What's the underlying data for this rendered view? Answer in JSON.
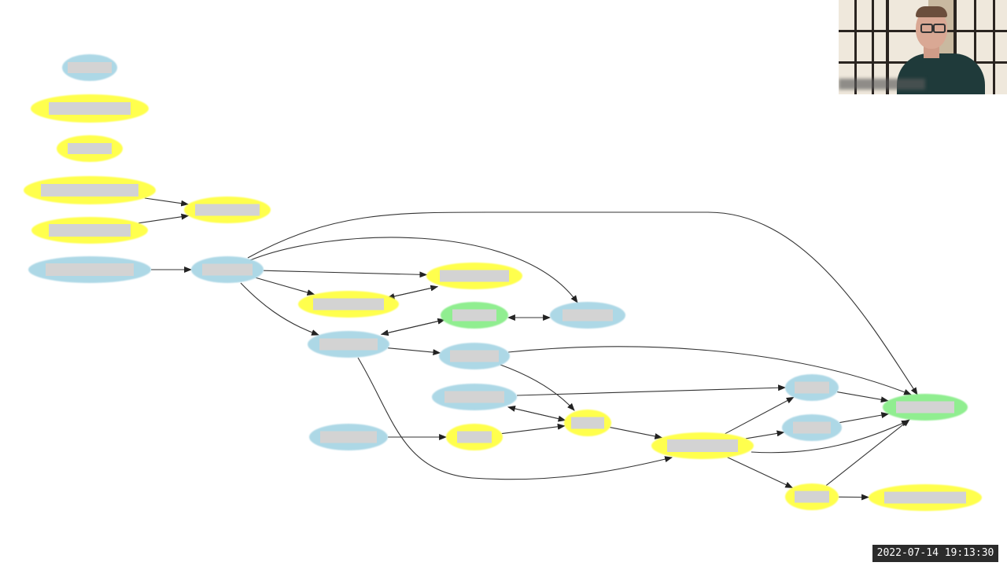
{
  "colors": {
    "blue_node": "#add8e6",
    "yellow_node": "#ffff4d",
    "green_node": "#90ee90",
    "label_box": "#d3d3d3",
    "edge": "#333333"
  },
  "nodes": [
    {
      "id": "n1",
      "color": "blue"
    },
    {
      "id": "n2",
      "color": "yellow"
    },
    {
      "id": "n3",
      "color": "yellow"
    },
    {
      "id": "n4",
      "color": "yellow"
    },
    {
      "id": "n5",
      "color": "yellow"
    },
    {
      "id": "n6",
      "color": "blue"
    },
    {
      "id": "n7",
      "color": "yellow"
    },
    {
      "id": "n8",
      "color": "blue"
    },
    {
      "id": "n9",
      "color": "yellow"
    },
    {
      "id": "n10",
      "color": "yellow"
    },
    {
      "id": "n11",
      "color": "green"
    },
    {
      "id": "n12",
      "color": "blue"
    },
    {
      "id": "n13",
      "color": "blue"
    },
    {
      "id": "n14",
      "color": "blue"
    },
    {
      "id": "n15",
      "color": "blue"
    },
    {
      "id": "n16",
      "color": "blue"
    },
    {
      "id": "n17",
      "color": "yellow"
    },
    {
      "id": "n18",
      "color": "yellow"
    },
    {
      "id": "n19",
      "color": "yellow"
    },
    {
      "id": "n20",
      "color": "blue"
    },
    {
      "id": "n21",
      "color": "blue"
    },
    {
      "id": "n22",
      "color": "yellow"
    },
    {
      "id": "n23",
      "color": "green"
    },
    {
      "id": "n24",
      "color": "yellow"
    }
  ],
  "edges": [
    [
      "n4",
      "n7"
    ],
    [
      "n5",
      "n7"
    ],
    [
      "n6",
      "n8"
    ],
    [
      "n8",
      "n9"
    ],
    [
      "n8",
      "n10"
    ],
    [
      "n8",
      "n13"
    ],
    [
      "n8",
      "n12"
    ],
    [
      "n8",
      "n23"
    ],
    [
      "n10",
      "n9"
    ],
    [
      "n9",
      "n10"
    ],
    [
      "n12",
      "n11"
    ],
    [
      "n11",
      "n12"
    ],
    [
      "n11",
      "n13"
    ],
    [
      "n13",
      "n11"
    ],
    [
      "n13",
      "n14"
    ],
    [
      "n13",
      "n19"
    ],
    [
      "n14",
      "n18"
    ],
    [
      "n14",
      "n23"
    ],
    [
      "n15",
      "n20"
    ],
    [
      "n15",
      "n18"
    ],
    [
      "n18",
      "n15"
    ],
    [
      "n16",
      "n17"
    ],
    [
      "n17",
      "n18"
    ],
    [
      "n18",
      "n19"
    ],
    [
      "n19",
      "n20"
    ],
    [
      "n19",
      "n21"
    ],
    [
      "n19",
      "n22"
    ],
    [
      "n19",
      "n23"
    ],
    [
      "n20",
      "n23"
    ],
    [
      "n21",
      "n23"
    ],
    [
      "n22",
      "n23"
    ],
    [
      "n22",
      "n24"
    ]
  ],
  "overlay": {
    "timestamp": "2022-07-14 19:13:30"
  }
}
